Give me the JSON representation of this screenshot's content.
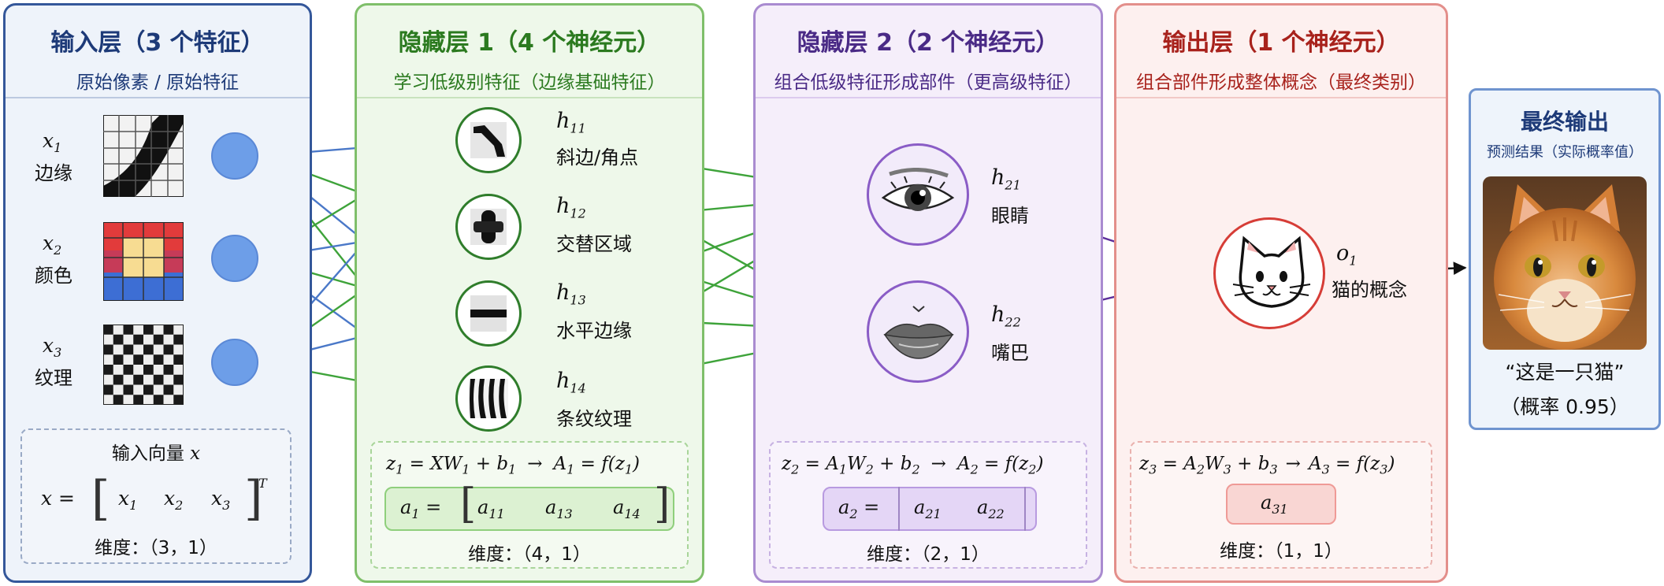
{
  "input_layer": {
    "title": "输入层（3 个特征）",
    "subtitle": "原始像素 / 原始特征",
    "features": [
      {
        "var": "x",
        "sub": "1",
        "label": "边缘"
      },
      {
        "var": "x",
        "sub": "2",
        "label": "颜色"
      },
      {
        "var": "x",
        "sub": "3",
        "label": "纹理"
      }
    ],
    "vector_title_prefix": "输入向量 ",
    "vector_title_var": "x",
    "vector_lhs": "x = ",
    "vector_entries": [
      "x",
      "x",
      "x"
    ],
    "vector_subs": [
      "1",
      "2",
      "3"
    ],
    "vector_sup": "T",
    "dimension": "维度：（3，1）"
  },
  "hidden1": {
    "title": "隐藏层 1（4 个神经元）",
    "subtitle": "学习低级别特征（边缘基础特征）",
    "neurons": [
      {
        "var": "h",
        "sub": "11",
        "label": "斜边/角点"
      },
      {
        "var": "h",
        "sub": "12",
        "label": "交替区域"
      },
      {
        "var": "h",
        "sub": "13",
        "label": "水平边缘"
      },
      {
        "var": "h",
        "sub": "14",
        "label": "条纹纹理"
      }
    ],
    "eq_z": "z",
    "eq_rest": " = XW",
    "eq_b": " + b",
    "eq_a": "A",
    "eq_f": " = f(z",
    "activation_lhs": "a",
    "activation_entries": [
      "11",
      "13",
      "14"
    ],
    "dimension": "维度：（4，1）"
  },
  "hidden2": {
    "title": "隐藏层 2（2 个神经元）",
    "subtitle": "组合低级特征形成部件（更高级特征）",
    "neurons": [
      {
        "var": "h",
        "sub": "21",
        "label": "眼睛"
      },
      {
        "var": "h",
        "sub": "22",
        "label": "嘴巴"
      }
    ],
    "activation_entries": [
      "21",
      "22"
    ],
    "dimension": "维度：（2，1）"
  },
  "output_layer": {
    "title": "输出层（1 个神经元）",
    "subtitle": "组合部件形成整体概念（最终类别）",
    "neuron": {
      "var": "o",
      "sub": "1",
      "label": "猫的概念"
    },
    "activation_entry": "31",
    "dimension": "维度：（1，1）"
  },
  "final_output": {
    "title": "最终输出",
    "subtitle": "预测结果（实际概率值）",
    "result": "“这是一只猫”",
    "probability": "（概率 0.95）"
  },
  "arrow_symbol": "→",
  "colors": {
    "input_border": "#34579a",
    "hidden1_border": "#7fbf6a",
    "hidden2_border": "#a98bd0",
    "output_border": "#e38f8b",
    "input_node": "#6d9ee8",
    "blue_edge": "#4a78c8",
    "green_edge": "#3ea33a",
    "purple_edge": "#5b2d9a"
  }
}
